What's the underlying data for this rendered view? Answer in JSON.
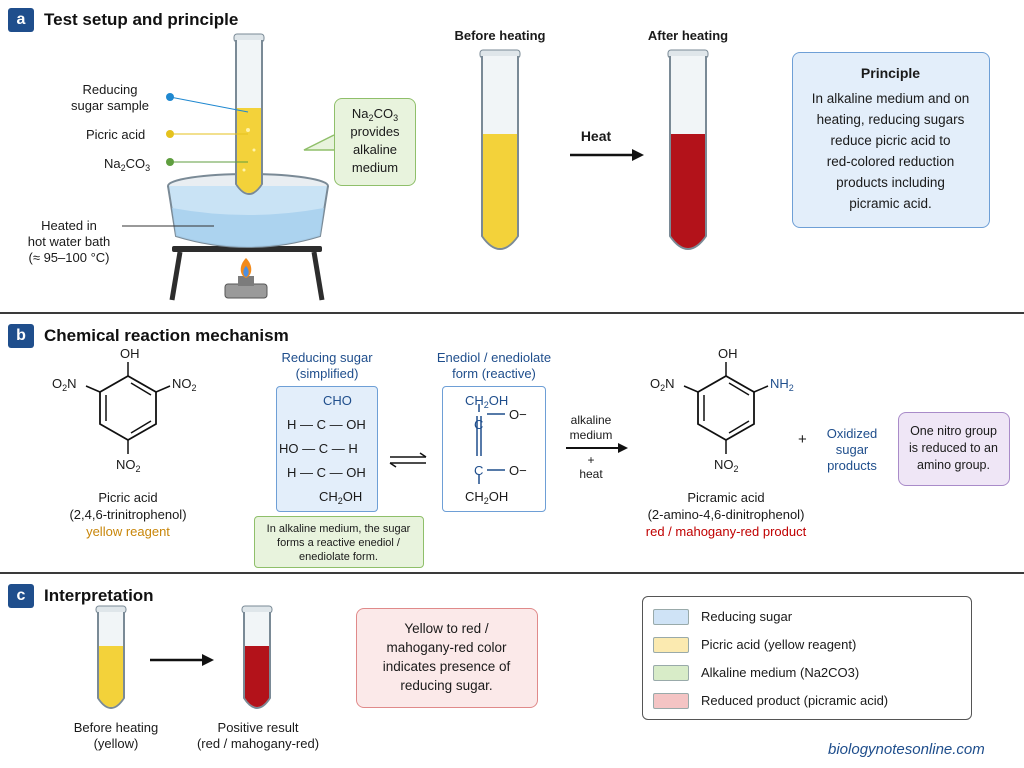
{
  "panel_a": {
    "badge": "a",
    "title": "Test setup and principle",
    "label_sample_1": "Reducing",
    "label_sample_2": "sugar sample",
    "label_picric": "Picric acid",
    "label_na2co3": "Na2CO3",
    "callout_1": "Na2CO3",
    "callout_2": "provides",
    "callout_3": "alkaline",
    "callout_4": "medium",
    "heated_1": "Heated in",
    "heated_2": "hot water bath",
    "heated_3": "(≈ 95–100 °C)",
    "before_heating": "Before heating",
    "after_heating": "After heating",
    "heat": "Heat",
    "principle_title": "Principle",
    "principle_lines": [
      "In alkaline medium and on",
      "heating, reducing sugars",
      "reduce picric acid to",
      "red-colored reduction",
      "products including",
      "picramic acid."
    ]
  },
  "panel_b": {
    "badge": "b",
    "title": "Chemical reaction mechanism",
    "picric_oh": "OH",
    "picric_o2n": "O2N",
    "picric_no2_right": "NO2",
    "picric_no2_bottom": "NO2",
    "picric_name": "Picric acid",
    "picric_iupac": "(2,4,6-trinitrophenol)",
    "picric_note": "yellow reagent",
    "sugar_title_1": "Reducing sugar",
    "sugar_title_2": "(simplified)",
    "sugar_rows": [
      "CHO",
      "H — C — OH",
      "HO — C — H",
      "H — C — OH",
      "CH2OH"
    ],
    "enediol_title_1": "Enediol / enediolate",
    "enediol_title_2": "form (reactive)",
    "enediol_top": "CH2OH",
    "enediol_c1": "C",
    "enediol_c2": "C",
    "enediol_o1": "O−",
    "enediol_o2": "O−",
    "enediol_bottom": "CH2OH",
    "alkaline_1": "alkaline",
    "alkaline_2": "medium",
    "plus_small": "+",
    "heat": "heat",
    "note_lines": [
      "In alkaline medium, the sugar",
      "forms a reactive enediol /",
      "enediolate form."
    ],
    "picramic_oh": "OH",
    "picramic_o2n": "O2N",
    "picramic_nh2": "NH2",
    "picramic_no2": "NO2",
    "picramic_name": "Picramic acid",
    "picramic_iupac": "(2-amino-4,6-dinitrophenol)",
    "picramic_note": "red / mahogany-red product",
    "plus": "+",
    "oxidized_lines": [
      "Oxidized",
      "sugar",
      "products"
    ],
    "nitro_note_lines": [
      "One nitro group",
      "is reduced to an",
      "amino group."
    ]
  },
  "panel_c": {
    "badge": "c",
    "title": "Interpretation",
    "before_1": "Before heating",
    "before_2": "(yellow)",
    "positive_1": "Positive result",
    "positive_2": "(red / mahogany-red)",
    "result_lines": [
      "Yellow to red /",
      "mahogany-red color",
      "indicates presence of",
      "reducing sugar."
    ],
    "legend": [
      {
        "label": "Reducing sugar",
        "color": "#cfe3f6"
      },
      {
        "label": "Picric acid (yellow reagent)",
        "color": "#fbeab0"
      },
      {
        "label": "Alkaline medium (Na2CO3)",
        "color": "#d8ecc8"
      },
      {
        "label": "Reduced product (picramic acid)",
        "color": "#f4c4c4"
      }
    ],
    "watermark": "biologynotesonline.com"
  },
  "colors": {
    "navy": "#1f4e8c",
    "yellow_solution": "#f3d23a",
    "red_solution": "#b3121a",
    "water": "#bcdcf2"
  }
}
